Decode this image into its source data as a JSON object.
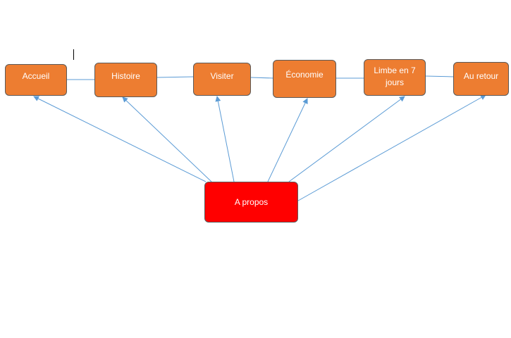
{
  "nav": {
    "items": [
      {
        "label": "Accueil"
      },
      {
        "label": "Histoire"
      },
      {
        "label": "Visiter"
      },
      {
        "label": "Économie"
      },
      {
        "label": "Limbe en 7 jours"
      },
      {
        "label": "Au retour"
      }
    ]
  },
  "center": {
    "label": "A propos"
  },
  "colors": {
    "nav_fill": "#ed7d31",
    "center_fill": "#ff0000",
    "connector": "#5b9bd5",
    "border": "#5a5a5a"
  }
}
